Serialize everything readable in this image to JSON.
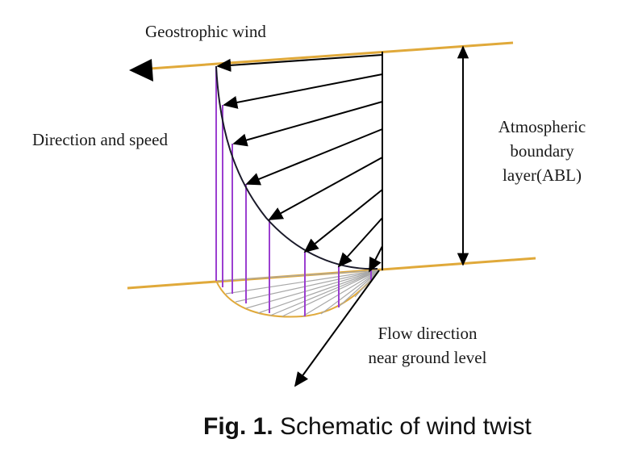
{
  "labels": {
    "geostrophic": "Geostrophic wind",
    "direction_speed": "Direction and speed",
    "abl_line1": "Atmospheric",
    "abl_line2": "boundary",
    "abl_line3": "layer(ABL)",
    "flow_line1": "Flow direction",
    "flow_line2": "near ground level"
  },
  "caption": {
    "prefix": "Fig. 1.",
    "text": " Schematic of wind twist"
  },
  "colors": {
    "plane": "#e0a93a",
    "projection": "#9b3fd0",
    "ground_hatch": "#a8a8a8",
    "arrow": "#000000"
  }
}
